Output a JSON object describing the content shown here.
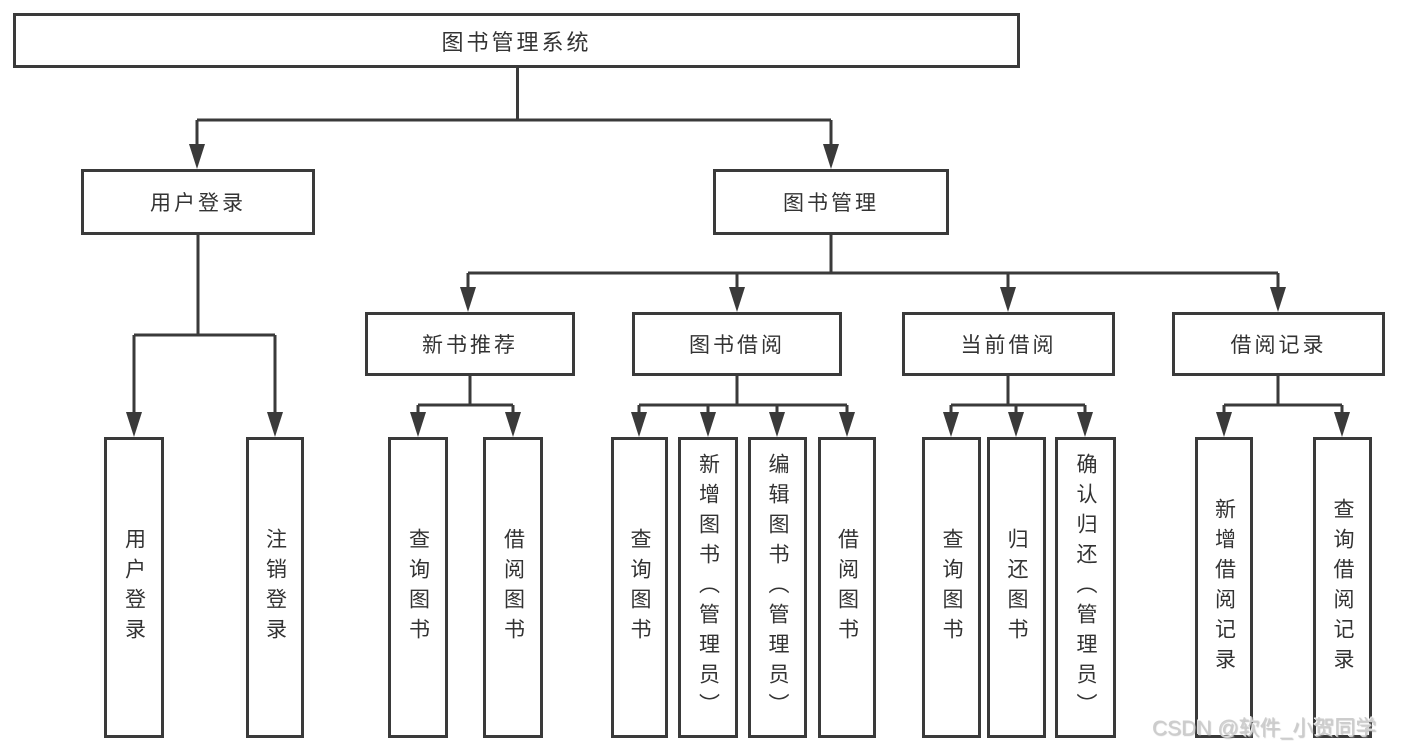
{
  "watermark": "CSDN @软件_小贺同学",
  "colors": {
    "bg": "#ffffff",
    "line": "#3a3a3a",
    "text": "#333333",
    "box-bg": "#ffffff",
    "watermark": "#cdcdcd"
  },
  "tree": {
    "label": "图书管理系统",
    "children": [
      {
        "label": "用户登录",
        "children": [
          {
            "label": "用户登录"
          },
          {
            "label": "注销登录"
          }
        ]
      },
      {
        "label": "图书管理",
        "children": [
          {
            "label": "新书推荐",
            "children": [
              {
                "label": "查询图书"
              },
              {
                "label": "借阅图书"
              }
            ]
          },
          {
            "label": "图书借阅",
            "children": [
              {
                "label": "查询图书"
              },
              {
                "label": "新增图书（管理员）"
              },
              {
                "label": "编辑图书（管理员）"
              },
              {
                "label": "借阅图书"
              }
            ]
          },
          {
            "label": "当前借阅",
            "children": [
              {
                "label": "查询图书"
              },
              {
                "label": "归还图书"
              },
              {
                "label": "确认归还（管理员）"
              }
            ]
          },
          {
            "label": "借阅记录",
            "children": [
              {
                "label": "新增借阅记录"
              },
              {
                "label": "查询借阅记录"
              }
            ]
          }
        ]
      }
    ]
  }
}
